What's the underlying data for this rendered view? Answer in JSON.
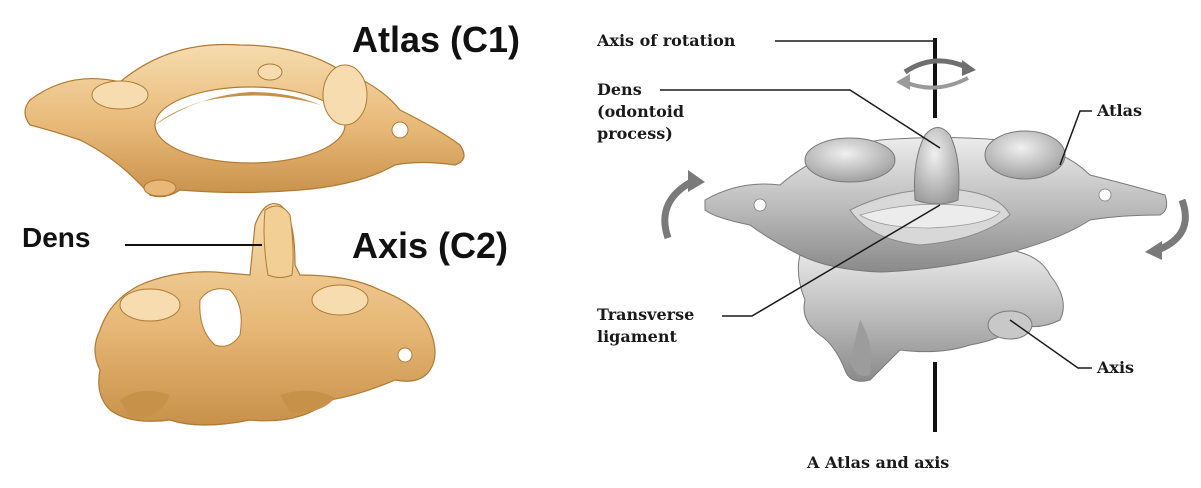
{
  "left_panel": {
    "atlas_label": "Atlas (C1)",
    "axis_label": "Axis (C2)",
    "dens_label": "Dens"
  },
  "right_panel": {
    "axis_of_rotation_label": "Axis of rotation",
    "dens_line1": "Dens",
    "dens_line2": "(odontoid",
    "dens_line3": "process)",
    "atlas_label": "Atlas",
    "transverse_line1": "Transverse",
    "transverse_line2": "ligament",
    "axis_label": "Axis",
    "caption": "A  Atlas and axis"
  },
  "colors": {
    "bone_tan": "#e7b877",
    "bone_tan_dark": "#c8914a",
    "bone_tan_light": "#f6dcae",
    "bone_grey": "#bdbdbd",
    "bone_grey_dark": "#8a8a8a",
    "bone_grey_light": "#e6e6e6",
    "leader_line": "#1a1a1a"
  }
}
